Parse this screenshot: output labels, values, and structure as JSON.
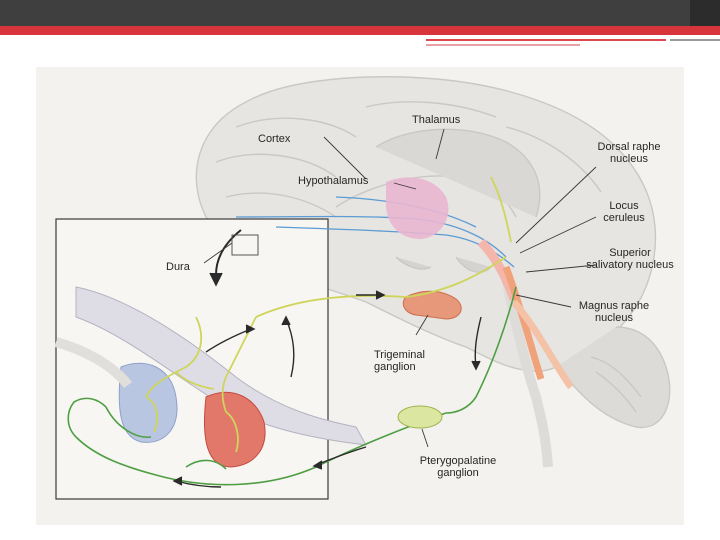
{
  "labels": {
    "thalamus": "Thalamus",
    "cortex": "Cortex",
    "dorsal_raphe": "Dorsal raphe\nnucleus",
    "hypothalamus": "Hypothalamus",
    "locus_ceruleus": "Locus\nceruleus",
    "dura": "Dura",
    "superior_salivatory": "Superior\nsalivatory nucleus",
    "magnus_raphe": "Magnus raphe\nnucleus",
    "trigeminal": "Trigeminal\nganglion",
    "pterygopalatine": "Pterygopalatine\nganglion"
  },
  "colors": {
    "header": "#3f3f3f",
    "accent": "#d8343c",
    "sensory_fiber": "#cfd55a",
    "parasympathetic_fiber": "#4f9e43",
    "serotonergic_fiber": "#5c9bd4",
    "hypothalamus_fill": "#e8b6d2",
    "trigeminal_fill": "#e8987a",
    "artery_red": "#d9584a",
    "vessel_blue": "#aebfdc"
  }
}
